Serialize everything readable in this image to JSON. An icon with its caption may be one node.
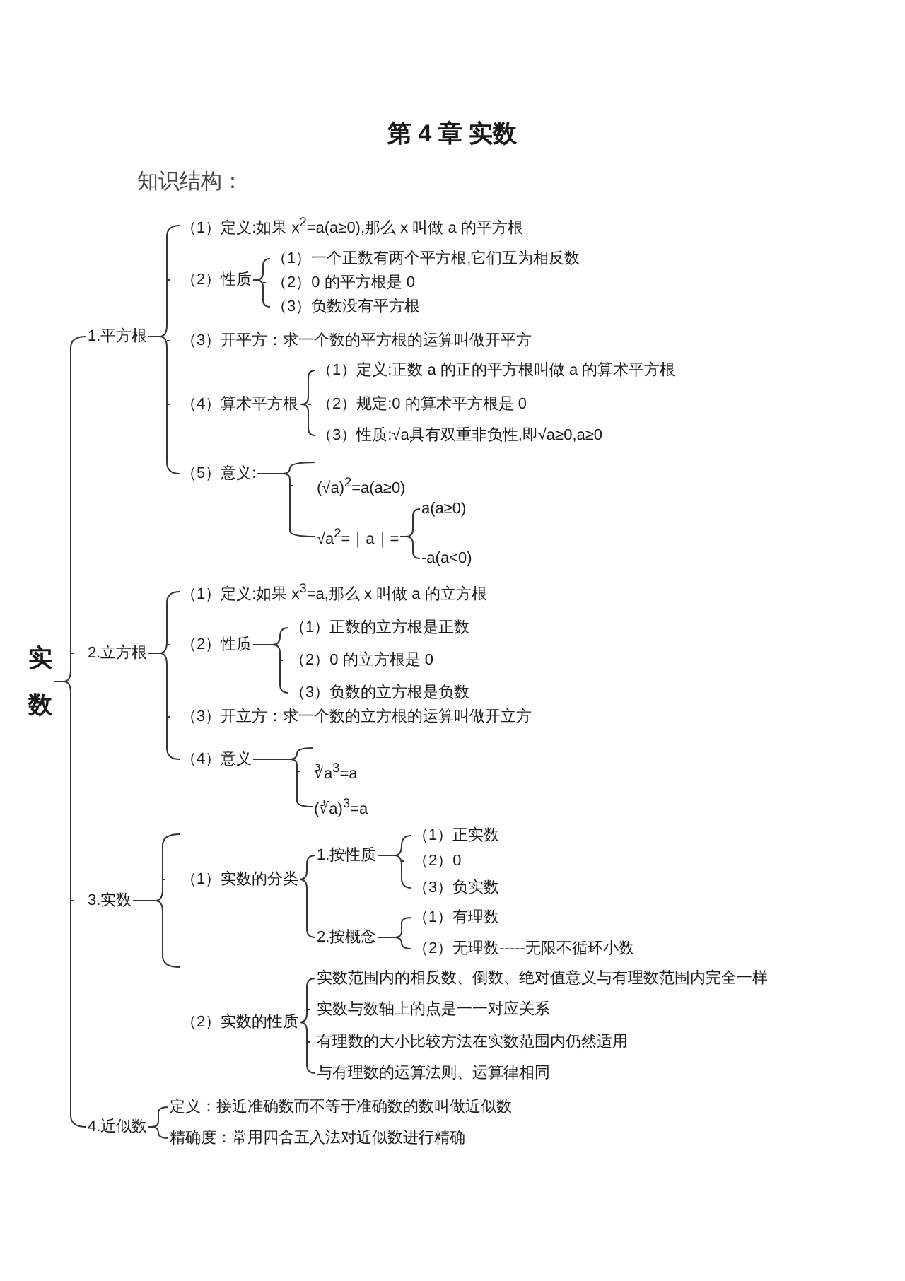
{
  "diagram": {
    "title": "第 4 章 实数",
    "nodes": [
      {
        "text": [
          "实数"
        ]
      },
      {
        "text": [
          "1.平方根"
        ]
      },
      {
        "text": [
          "（1）定义:如果 x$^{2}$=a(a≥0),那么 x 叫做 a 的平方根"
        ]
      },
      {
        "text": [
          "（2）性质"
        ]
      },
      {
        "text": [
          "（1）一个正数有两个平方根,它们互为相反数"
        ]
      },
      {
        "text": [
          "（2）0 的平方根是 0"
        ]
      },
      {
        "text": [
          "（3）负数没有平方根"
        ]
      },
      {
        "text": [
          "（3）开平方：求一个数的平方根的运算叫做开平方"
        ]
      },
      {
        "text": [
          "（4）算术平方根"
        ]
      },
      {
        "text": [
          "（1）定义:正数 a 的正的平方根叫做 a 的算术平方根"
        ]
      },
      {
        "text": [
          "（2）规定:0 的算术平方根是 0"
        ]
      },
      {
        "text": [
          "（3）性质:√a具有双重非负性,即√a≥0,a≥0"
        ]
      },
      {
        "text": [
          "（5）意义:"
        ]
      },
      {
        "text": [
          "(√a)$^{2}$=a(a≥0)"
        ]
      },
      {
        "text": [
          "√a$^{2}$=｜a｜="
        ]
      },
      {
        "text": [
          "a(a≥0)"
        ]
      },
      {
        "text": [
          "-a(a<0)"
        ]
      },
      {
        "text": [
          "2.立方根"
        ]
      },
      {
        "text": [
          "（1）定义:如果 x$^{3}$=a,那么 x 叫做 a 的立方根"
        ]
      },
      {
        "text": [
          "（2）性质"
        ]
      },
      {
        "text": [
          "（1）正数的立方根是正数"
        ]
      },
      {
        "text": [
          "（2）0 的立方根是 0"
        ]
      },
      {
        "text": [
          "（3）负数的立方根是负数"
        ]
      },
      {
        "text": [
          "（3）开立方：求一个数的立方根的运算叫做开立方"
        ]
      },
      {
        "text": [
          "（4）意义"
        ]
      },
      {
        "text": [
          "∛a$^{3}$=a"
        ]
      },
      {
        "text": [
          "(∛a)$^{3}$=a"
        ]
      },
      {
        "text": [
          "3.实数"
        ]
      },
      {
        "text": [
          "（1）实数的分类"
        ]
      },
      {
        "text": [
          "1.按性质"
        ]
      },
      {
        "text": [
          "（1）正实数"
        ]
      },
      {
        "text": [
          "（2）0"
        ]
      },
      {
        "text": [
          "（3）负实数"
        ]
      },
      {
        "text": [
          "2.按概念"
        ]
      },
      {
        "text": [
          "（1）有理数"
        ]
      },
      {
        "text": [
          "（2）无理数-----无限不循环小数"
        ]
      },
      {
        "text": [
          "（2）实数的性质"
        ]
      },
      {
        "text": [
          "实数范围内的相反数、倒数、绝对值意义与有理数范围内完全一样"
        ]
      },
      {
        "text": [
          "实数与数轴上的点是一一对应关系"
        ]
      },
      {
        "text": [
          "有理数的大小比较方法在实数范围内仍然适用"
        ]
      },
      {
        "text": [
          "与有理数的运算法则、运算律相同"
        ]
      },
      {
        "text": [
          "4.近似数"
        ]
      },
      {
        "text": [
          "定义：接近准确数而不等于准确数的数叫做近似数"
        ]
      },
      {
        "text": [
          "精确度：常用四舍五入法对近似数进行精确"
        ]
      }
    ],
    "edges": [
      {
        "from": 0,
        "to": 1,
        "arrow": "none"
      },
      {
        "from": 0,
        "to": 17,
        "arrow": "none"
      },
      {
        "from": 0,
        "to": 27,
        "arrow": "none"
      },
      {
        "from": 0,
        "to": 41,
        "arrow": "none"
      },
      {
        "from": 1,
        "to": 2,
        "arrow": "none"
      },
      {
        "from": 1,
        "to": 3,
        "arrow": "none"
      },
      {
        "from": 1,
        "to": 7,
        "arrow": "none"
      },
      {
        "from": 1,
        "to": 8,
        "arrow": "none"
      },
      {
        "from": 1,
        "to": 12,
        "arrow": "none"
      },
      {
        "from": 3,
        "to": 4,
        "arrow": "none"
      },
      {
        "from": 3,
        "to": 5,
        "arrow": "none"
      },
      {
        "from": 3,
        "to": 6,
        "arrow": "none"
      },
      {
        "from": 8,
        "to": 9,
        "arrow": "none"
      },
      {
        "from": 8,
        "to": 10,
        "arrow": "none"
      },
      {
        "from": 8,
        "to": 11,
        "arrow": "none"
      },
      {
        "from": 12,
        "to": 13,
        "arrow": "none"
      },
      {
        "from": 12,
        "to": 14,
        "arrow": "none"
      },
      {
        "from": 14,
        "to": 15,
        "arrow": "none"
      },
      {
        "from": 14,
        "to": 16,
        "arrow": "none"
      },
      {
        "from": 17,
        "to": 18,
        "arrow": "none"
      },
      {
        "from": 17,
        "to": 19,
        "arrow": "none"
      },
      {
        "from": 17,
        "to": 23,
        "arrow": "none"
      },
      {
        "from": 17,
        "to": 24,
        "arrow": "none"
      },
      {
        "from": 19,
        "to": 20,
        "arrow": "none"
      },
      {
        "from": 19,
        "to": 21,
        "arrow": "none"
      },
      {
        "from": 19,
        "to": 22,
        "arrow": "none"
      },
      {
        "from": 24,
        "to": 25,
        "arrow": "none"
      },
      {
        "from": 24,
        "to": 26,
        "arrow": "none"
      },
      {
        "from": 27,
        "to": 28,
        "arrow": "none"
      },
      {
        "from": 28,
        "to": 29,
        "arrow": "none"
      },
      {
        "from": 28,
        "to": 33,
        "arrow": "none"
      },
      {
        "from": 29,
        "to": 30,
        "arrow": "none"
      },
      {
        "from": 29,
        "to": 31,
        "arrow": "none"
      },
      {
        "from": 29,
        "to": 32,
        "arrow": "none"
      },
      {
        "from": 33,
        "to": 34,
        "arrow": "none"
      },
      {
        "from": 33,
        "to": 35,
        "arrow": "none"
      },
      {
        "from": 36,
        "to": 37,
        "arrow": "none"
      },
      {
        "from": 36,
        "to": 38,
        "arrow": "none"
      },
      {
        "from": 36,
        "to": 39,
        "arrow": "none"
      },
      {
        "from": 36,
        "to": 40,
        "arrow": "none"
      },
      {
        "from": 41,
        "to": 42,
        "arrow": "none"
      },
      {
        "from": 41,
        "to": 43,
        "arrow": "none"
      }
    ],
    "labels": [
      "知识结构："
    ]
  }
}
